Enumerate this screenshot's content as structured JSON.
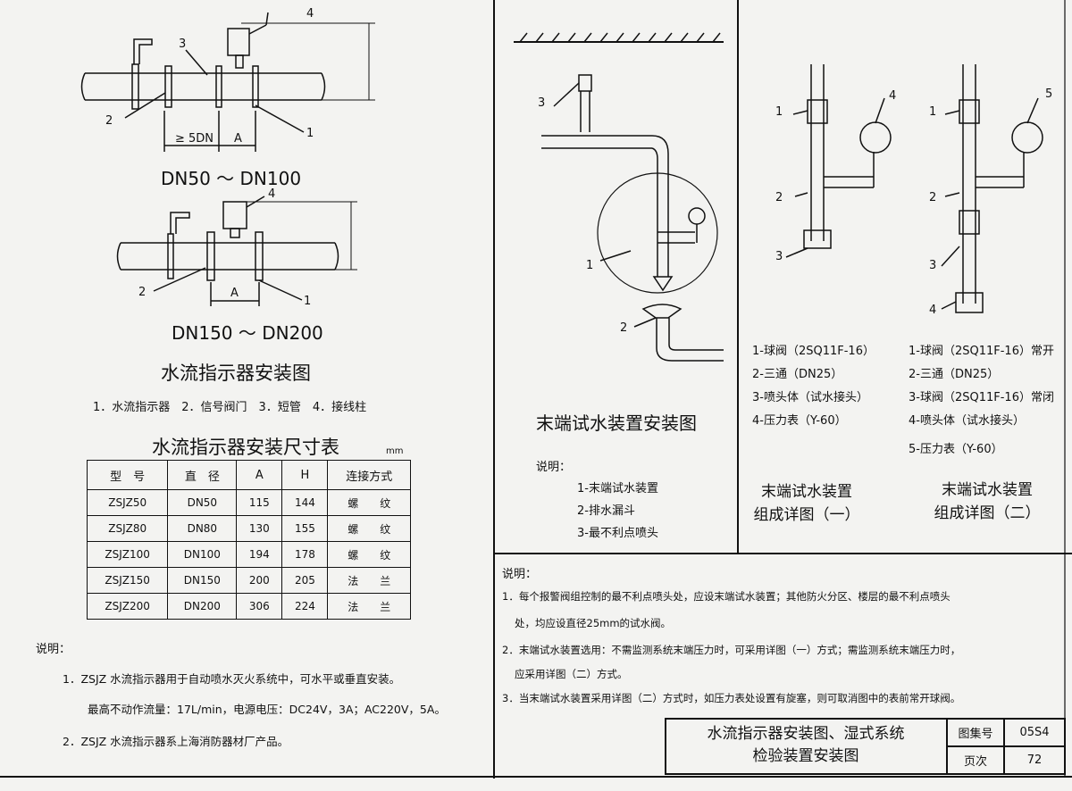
{
  "left": {
    "size_label_1": "DN50 ～ DN100",
    "size_label_2": "DN150 ～ DN200",
    "dim_5dn": "≥ 5DN",
    "dim_a": "A",
    "callouts": [
      "1",
      "2",
      "3",
      "4"
    ],
    "title": "水流指示器安装图",
    "legend": "1．水流指示器　2．信号阀门　3．短管　4．接线柱",
    "table_title": "水流指示器安装尺寸表",
    "table_unit": "mm",
    "table_header": [
      "型　号",
      "直　径",
      "A",
      "H",
      "连接方式"
    ],
    "table_rows": [
      [
        "ZSJZ50",
        "DN50",
        "115",
        "144",
        "螺　　纹"
      ],
      [
        "ZSJZ80",
        "DN80",
        "130",
        "155",
        "螺　　纹"
      ],
      [
        "ZSJZ100",
        "DN100",
        "194",
        "178",
        "螺　　纹"
      ],
      [
        "ZSJZ150",
        "DN150",
        "200",
        "205",
        "法　　兰"
      ],
      [
        "ZSJZ200",
        "DN200",
        "306",
        "224",
        "法　　兰"
      ]
    ],
    "notes_label": "说明：",
    "note1": "1．ZSJZ 水流指示器用于自动喷水灭火系统中，可水平或垂直安装。",
    "note1b": "最高不动作流量：17L/min，电源电压：DC24V，3A；AC220V，5A。",
    "note2": "2．ZSJZ 水流指示器系上海消防器材厂产品。"
  },
  "middle": {
    "callouts": [
      "3",
      "1",
      "2"
    ],
    "title": "末端试水装置安装图",
    "notes_label": "说明：",
    "items": [
      "1-末端试水装置",
      "2-排水漏斗",
      "3-最不利点喷头"
    ]
  },
  "detail1": {
    "callouts": [
      "1",
      "2",
      "3",
      "4"
    ],
    "items": [
      "1-球阀（2SQ11F-16）",
      "2-三通（DN25）",
      "3-喷头体（试水接头）",
      "4-压力表（Y-60）"
    ],
    "title_line1": "末端试水装置",
    "title_line2": "组成详图（一）"
  },
  "detail2": {
    "callouts": [
      "5",
      "1",
      "2",
      "3",
      "4"
    ],
    "items": [
      "1-球阀（2SQ11F-16）常开",
      "2-三通（DN25）",
      "3-球阀（2SQ11F-16）常闭",
      "4-喷头体（试水接头）",
      "5-压力表（Y-60）"
    ],
    "title_line1": "末端试水装置",
    "title_line2": "组成详图（二）"
  },
  "bottom_notes": {
    "label": "说明：",
    "n1a": "1．每个报警阀组控制的最不利点喷头处，应设末端试水装置；其他防火分区、楼层的最不利点喷头",
    "n1b": "处，均应设直径25mm的试水阀。",
    "n2a": "2．末端试水装置选用：不需监测系统末端压力时，可采用详图（一）方式；需监测系统末端压力时，",
    "n2b": "应采用详图（二）方式。",
    "n3": "3．当末端试水装置采用详图（二）方式时，如压力表处设置有旋塞，则可取消图中的表前常开球阀。"
  },
  "title_block": {
    "title_line1": "水流指示器安装图、湿式系统",
    "title_line2": "检验装置安装图",
    "atlas_label": "图集号",
    "atlas_value": "05S4",
    "page_label": "页次",
    "page_value": "72"
  }
}
